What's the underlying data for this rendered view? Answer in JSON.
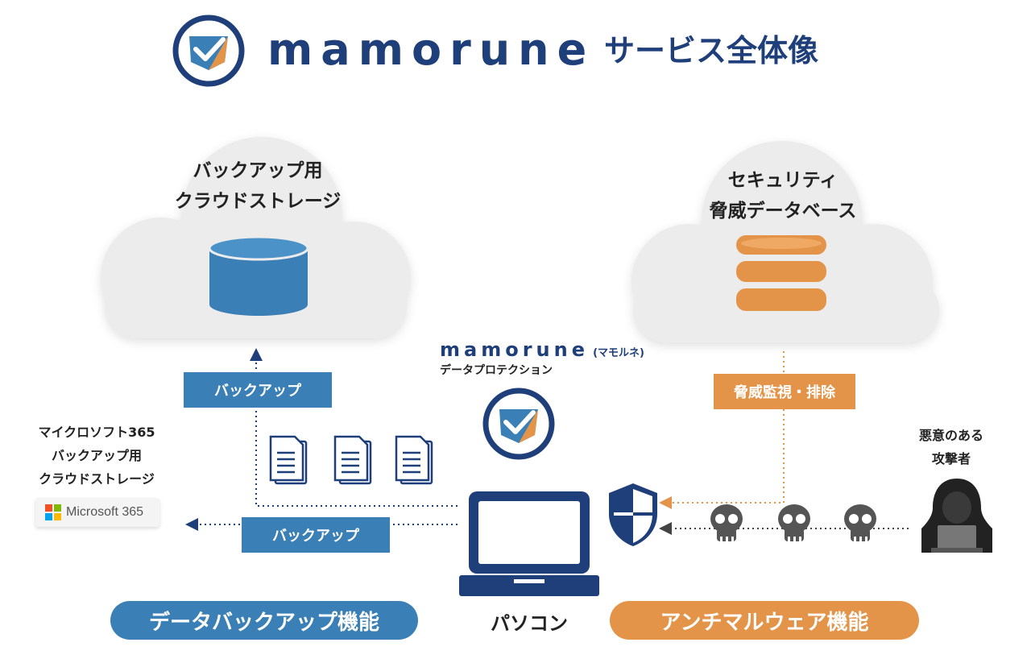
{
  "header": {
    "brand": "mamorune",
    "title": "サービス全体像"
  },
  "clouds": {
    "backup": {
      "line1": "バックアップ用",
      "line2": "クラウドストレージ"
    },
    "security": {
      "line1": "セキュリティ",
      "line2": "脅威データベース"
    }
  },
  "product": {
    "brand": "mamorune",
    "kana": "(マモルネ)",
    "subtitle": "データプロテクション"
  },
  "labels": {
    "backup_up": "バックアップ",
    "backup_left": "バックアップ",
    "threat_monitor": "脅威監視・排除",
    "pc": "パソコン",
    "attacker_line1": "悪意のある",
    "attacker_line2": "攻撃者"
  },
  "microsoft": {
    "line1": "マイクロソフト365",
    "line2": "バックアップ用",
    "line3": "クラウドストレージ",
    "logo_text": "Microsoft 365"
  },
  "features": {
    "backup": "データバックアップ機能",
    "antimalware": "アンチマルウェア機能"
  },
  "colors": {
    "navy": "#1f3f7a",
    "blue": "#3a7fb5",
    "orange": "#e39449",
    "cloud": "#ececec"
  }
}
